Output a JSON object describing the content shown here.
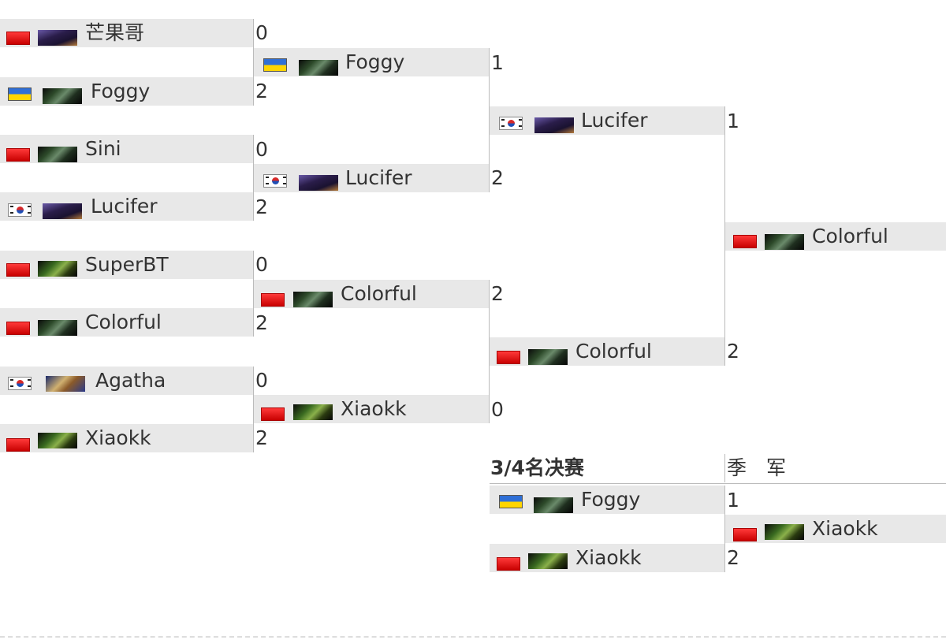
{
  "round1": [
    {
      "flag": "cn",
      "race": "ud",
      "name": "芒果哥",
      "score": "0"
    },
    {
      "flag": "ua",
      "race": "ne",
      "name": "Foggy",
      "score": "2"
    },
    {
      "flag": "cn",
      "race": "ne",
      "name": "Sini",
      "score": "0"
    },
    {
      "flag": "kr",
      "race": "ud",
      "name": "Lucifer",
      "score": "2"
    },
    {
      "flag": "cn",
      "race": "orc",
      "name": "SuperBT",
      "score": "0"
    },
    {
      "flag": "cn",
      "race": "ne",
      "name": "Colorful",
      "score": "2"
    },
    {
      "flag": "kr",
      "race": "hum",
      "name": "Agatha",
      "score": "0"
    },
    {
      "flag": "cn",
      "race": "orc",
      "name": "Xiaokk",
      "score": "2"
    }
  ],
  "round2": [
    {
      "flag": "ua",
      "race": "ne",
      "name": "Foggy",
      "score": "1"
    },
    {
      "flag": "kr",
      "race": "ud",
      "name": "Lucifer",
      "score": "2"
    },
    {
      "flag": "cn",
      "race": "ne",
      "name": "Colorful",
      "score": "2"
    },
    {
      "flag": "cn",
      "race": "orc",
      "name": "Xiaokk",
      "score": "0"
    }
  ],
  "round3": [
    {
      "flag": "kr",
      "race": "ud",
      "name": "Lucifer",
      "score": "1"
    },
    {
      "flag": "cn",
      "race": "ne",
      "name": "Colorful",
      "score": "2"
    }
  ],
  "champion": {
    "flag": "cn",
    "race": "ne",
    "name": "Colorful"
  },
  "third_place": {
    "header": "3/4名决赛",
    "result_header": "季　军",
    "players": [
      {
        "flag": "ua",
        "race": "ne",
        "name": "Foggy",
        "score": "1"
      },
      {
        "flag": "cn",
        "race": "orc",
        "name": "Xiaokk",
        "score": "2"
      }
    ],
    "winner": {
      "flag": "cn",
      "race": "orc",
      "name": "Xiaokk"
    }
  }
}
